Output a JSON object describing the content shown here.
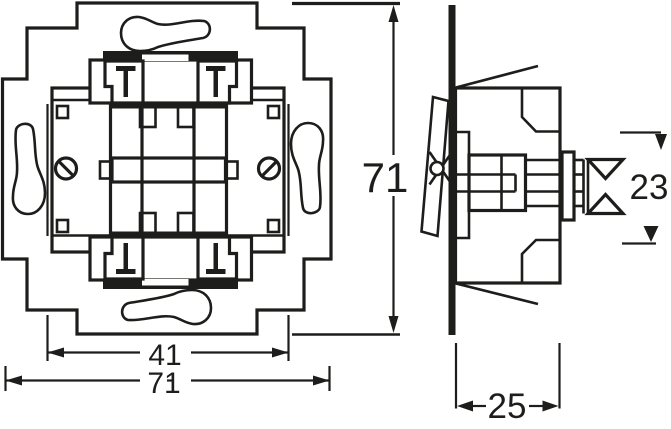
{
  "drawing": {
    "type": "technical-dimension-drawing",
    "colors": {
      "line": "#1d1d1b",
      "background": "#ffffff"
    },
    "front_view": {
      "dim_frame_width": "41",
      "dim_plate_width": "71",
      "dim_plate_height": "71"
    },
    "side_view": {
      "dim_rocker_height": "23",
      "dim_depth": "25"
    }
  }
}
